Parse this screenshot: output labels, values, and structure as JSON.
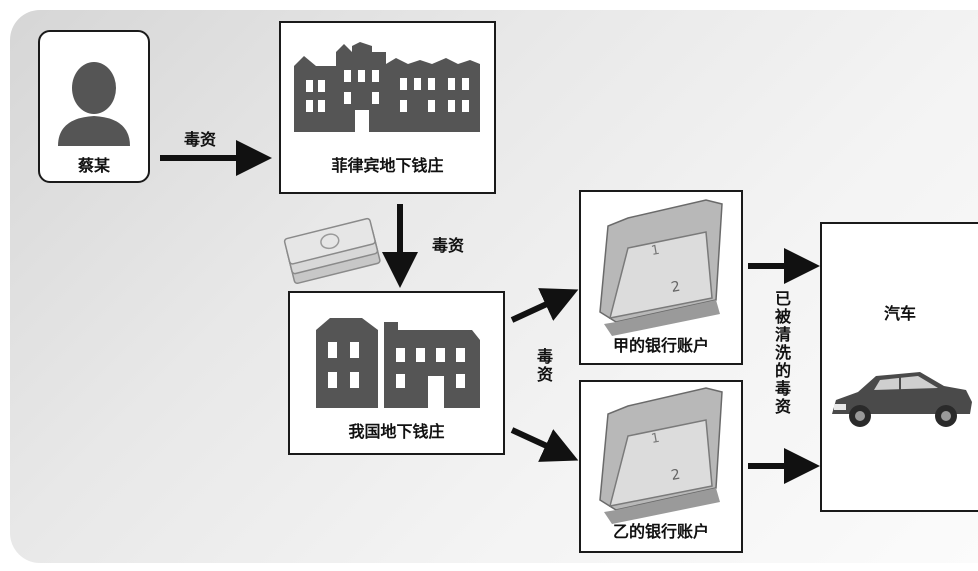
{
  "nodes": {
    "cai": {
      "label": "蔡某"
    },
    "ph_bank": {
      "label": "菲律宾地下钱庄"
    },
    "cn_bank": {
      "label": "我国地下钱庄"
    },
    "jia_account": {
      "label": "甲的银行账户"
    },
    "yi_account": {
      "label": "乙的银行账户"
    },
    "car": {
      "label": "汽车"
    }
  },
  "edges": {
    "cai_to_ph": {
      "label": "毒资"
    },
    "ph_to_cn": {
      "label": "毒资"
    },
    "cn_to_accounts": {
      "label": "毒资"
    },
    "accounts_to_car": {
      "label": "已被清洗的毒资"
    }
  },
  "colors": {
    "building": "#555555",
    "arrow": "#111111",
    "border": "#1a1a1a"
  }
}
